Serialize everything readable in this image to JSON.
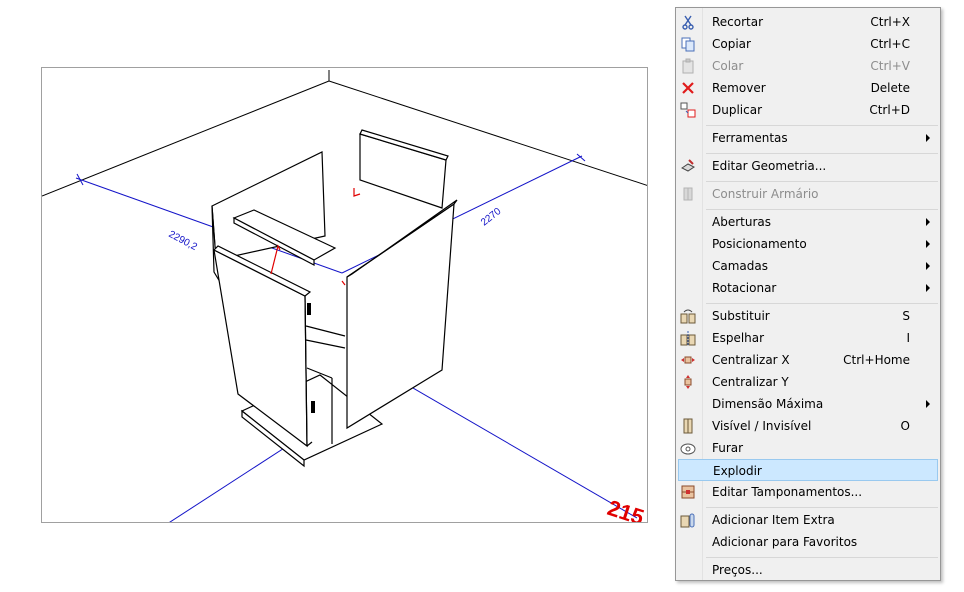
{
  "viewport": {
    "dim_labels": [
      "2290,2",
      "2270",
      "215"
    ]
  },
  "menu": {
    "items": [
      {
        "label": "Recortar",
        "shortcut": "Ctrl+X",
        "icon": "scissors-icon",
        "enabled": true,
        "submenu": false
      },
      {
        "label": "Copiar",
        "shortcut": "Ctrl+C",
        "icon": "copy-icon",
        "enabled": true,
        "submenu": false
      },
      {
        "label": "Colar",
        "shortcut": "Ctrl+V",
        "icon": "paste-icon",
        "enabled": false,
        "submenu": false
      },
      {
        "label": "Remover",
        "shortcut": "Delete",
        "icon": "remove-x-icon",
        "enabled": true,
        "submenu": false
      },
      {
        "label": "Duplicar",
        "shortcut": "Ctrl+D",
        "icon": "duplicate-icon",
        "enabled": true,
        "submenu": false
      },
      {
        "label": "Ferramentas",
        "shortcut": "",
        "icon": "",
        "enabled": true,
        "submenu": true
      },
      {
        "label": "Editar Geometria...",
        "shortcut": "",
        "icon": "edit-geometry-icon",
        "enabled": true,
        "submenu": false
      },
      {
        "label": "Construir Armário",
        "shortcut": "",
        "icon": "build-cabinet-icon",
        "enabled": false,
        "submenu": false
      },
      {
        "label": "Aberturas",
        "shortcut": "",
        "icon": "",
        "enabled": true,
        "submenu": true
      },
      {
        "label": "Posicionamento",
        "shortcut": "",
        "icon": "",
        "enabled": true,
        "submenu": true
      },
      {
        "label": "Camadas",
        "shortcut": "",
        "icon": "",
        "enabled": true,
        "submenu": true
      },
      {
        "label": "Rotacionar",
        "shortcut": "",
        "icon": "",
        "enabled": true,
        "submenu": true
      },
      {
        "label": "Substituir",
        "shortcut": "S",
        "icon": "replace-icon",
        "enabled": true,
        "submenu": false
      },
      {
        "label": "Espelhar",
        "shortcut": "I",
        "icon": "mirror-icon",
        "enabled": true,
        "submenu": false
      },
      {
        "label": "Centralizar X",
        "shortcut": "Ctrl+Home",
        "icon": "center-x-icon",
        "enabled": true,
        "submenu": false
      },
      {
        "label": "Centralizar Y",
        "shortcut": "",
        "icon": "center-y-icon",
        "enabled": true,
        "submenu": false
      },
      {
        "label": "Dimensão Máxima",
        "shortcut": "",
        "icon": "",
        "enabled": true,
        "submenu": true
      },
      {
        "label": "Visível / Invisível",
        "shortcut": "O",
        "icon": "visibility-icon",
        "enabled": true,
        "submenu": false
      },
      {
        "label": "Furar",
        "shortcut": "",
        "icon": "drill-icon",
        "enabled": true,
        "submenu": false
      },
      {
        "label": "Explodir",
        "shortcut": "",
        "icon": "",
        "enabled": true,
        "submenu": false,
        "highlighted": true
      },
      {
        "label": "Editar Tamponamentos...",
        "shortcut": "",
        "icon": "edit-panels-icon",
        "enabled": true,
        "submenu": false
      },
      {
        "label": "Adicionar Item Extra",
        "shortcut": "",
        "icon": "add-extra-item-icon",
        "enabled": true,
        "submenu": false
      },
      {
        "label": "Adicionar para Favoritos",
        "shortcut": "",
        "icon": "",
        "enabled": true,
        "submenu": false
      },
      {
        "label": "Preços...",
        "shortcut": "",
        "icon": "",
        "enabled": true,
        "submenu": false
      }
    ]
  }
}
